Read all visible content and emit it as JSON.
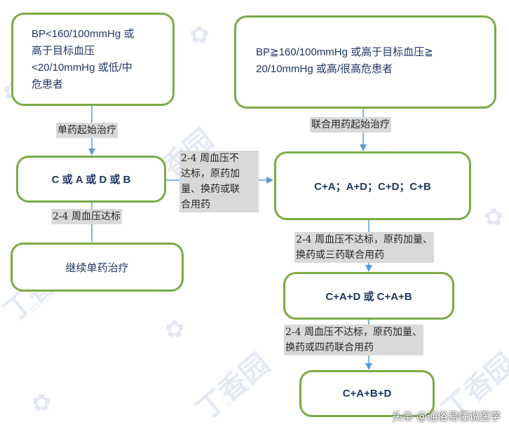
{
  "nodes": {
    "left_start": [
      "BP<160/100mmHg 或",
      "高于目标血压",
      "<20/10mmHg 或低/中",
      "危患者"
    ],
    "right_start": [
      "BP≧160/100mmHg 或高于目标血压≧",
      "20/10mmHg 或高/很高危患者"
    ],
    "mono": "C 或 A 或 D 或 B",
    "dual": "C+A；A+D；C+D；C+B",
    "continue": "继续单药治疗",
    "triple": "C+A+D 或 C+A+B",
    "quad": "C+A+B+D"
  },
  "labels": {
    "mono_start": "单药起始治疗",
    "combo_start": "联合用药起始治疗",
    "mono_reached": "2-4 周血压达标",
    "mono_not_reached": [
      "2-4 周血压不",
      "达标，原药加",
      "量、换药或联",
      "合用药"
    ],
    "dual_not_reached": [
      "2-4 周血压不达标，原药加量、",
      "换药或三药联合用药"
    ],
    "triple_not_reached": [
      "2-4 周血压不达标，原药加量、",
      "换药或四药联合用药"
    ]
  },
  "watermark": {
    "brand": "丁香园",
    "domain": "DXY.CN",
    "source": "头条 @通俗易懂说医学"
  },
  "colors": {
    "box_border": "#7aab46",
    "arrow": "#5b9bd5",
    "label_bg": "#d9d9d9",
    "text": "#1f3864"
  }
}
